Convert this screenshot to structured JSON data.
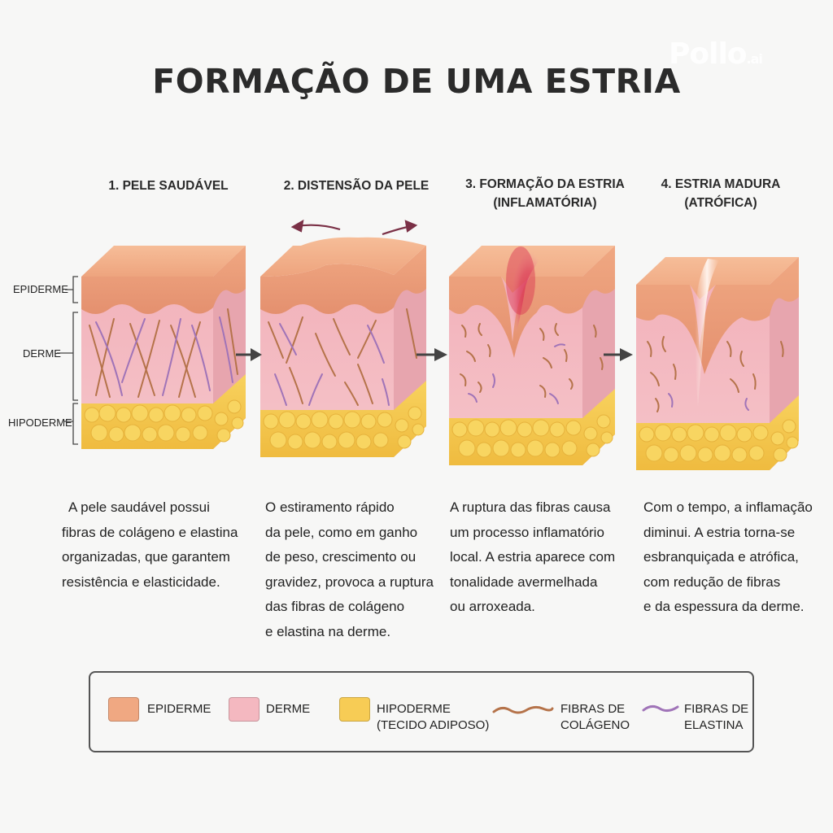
{
  "title": "FORMAÇÃO DE UMA ESTRIA",
  "watermark": {
    "brand": "Pollo",
    "suffix": ".ai"
  },
  "layer_labels": {
    "epidermis": "EPIDERME",
    "dermis": "DERME",
    "hypodermis": "HIPODERME"
  },
  "stages": [
    {
      "title_lines": [
        "1. PELE SAUDÁVEL"
      ],
      "desc_lines": [
        "A pele saudável possui",
        "fibras de colágeno e elastina",
        "organizadas, que garantem",
        "resistência e elasticidade."
      ]
    },
    {
      "title_lines": [
        "2. DISTENSÃO DA PELE"
      ],
      "desc_lines": [
        "O estiramento rápido",
        "da pele, como em ganho",
        "de peso, crescimento ou",
        "gravidez, provoca a ruptura",
        "das fibras de colágeno",
        "e elastina na derme."
      ]
    },
    {
      "title_lines": [
        "3. FORMAÇÃO DA ESTRIA",
        "(INFLAMATÓRIA)"
      ],
      "desc_lines": [
        "A ruptura das fibras causa",
        "um processo inflamatório",
        "local. A estria aparece com",
        "tonalidade avermelhada",
        "ou arroxeada."
      ]
    },
    {
      "title_lines": [
        "4. ESTRIA MADURA",
        "(ATRÓFICA)"
      ],
      "desc_lines": [
        "Com o tempo, a inflamação",
        "diminui. A estria torna-se",
        "esbranquiçada e atrófica,",
        "com redução de fibras",
        "e da espessura da derme."
      ]
    }
  ],
  "legend": {
    "epidermis": [
      "EPIDERME"
    ],
    "dermis": [
      "DERME"
    ],
    "hypodermis": [
      "HIPODERME",
      "(TECIDO ADIPOSO)"
    ],
    "collagen": [
      "FIBRAS DE",
      "COLÁGENO"
    ],
    "elastin": [
      "FIBRAS DE",
      "ELASTINA"
    ]
  },
  "colors": {
    "epidermis": "#f0a882",
    "dermis": "#f4b8c0",
    "hypodermis": "#f7cc55",
    "collagen": "#b5734a",
    "elastin": "#a074b8",
    "inflammation": "#d9304f",
    "arrow": "#444444"
  }
}
